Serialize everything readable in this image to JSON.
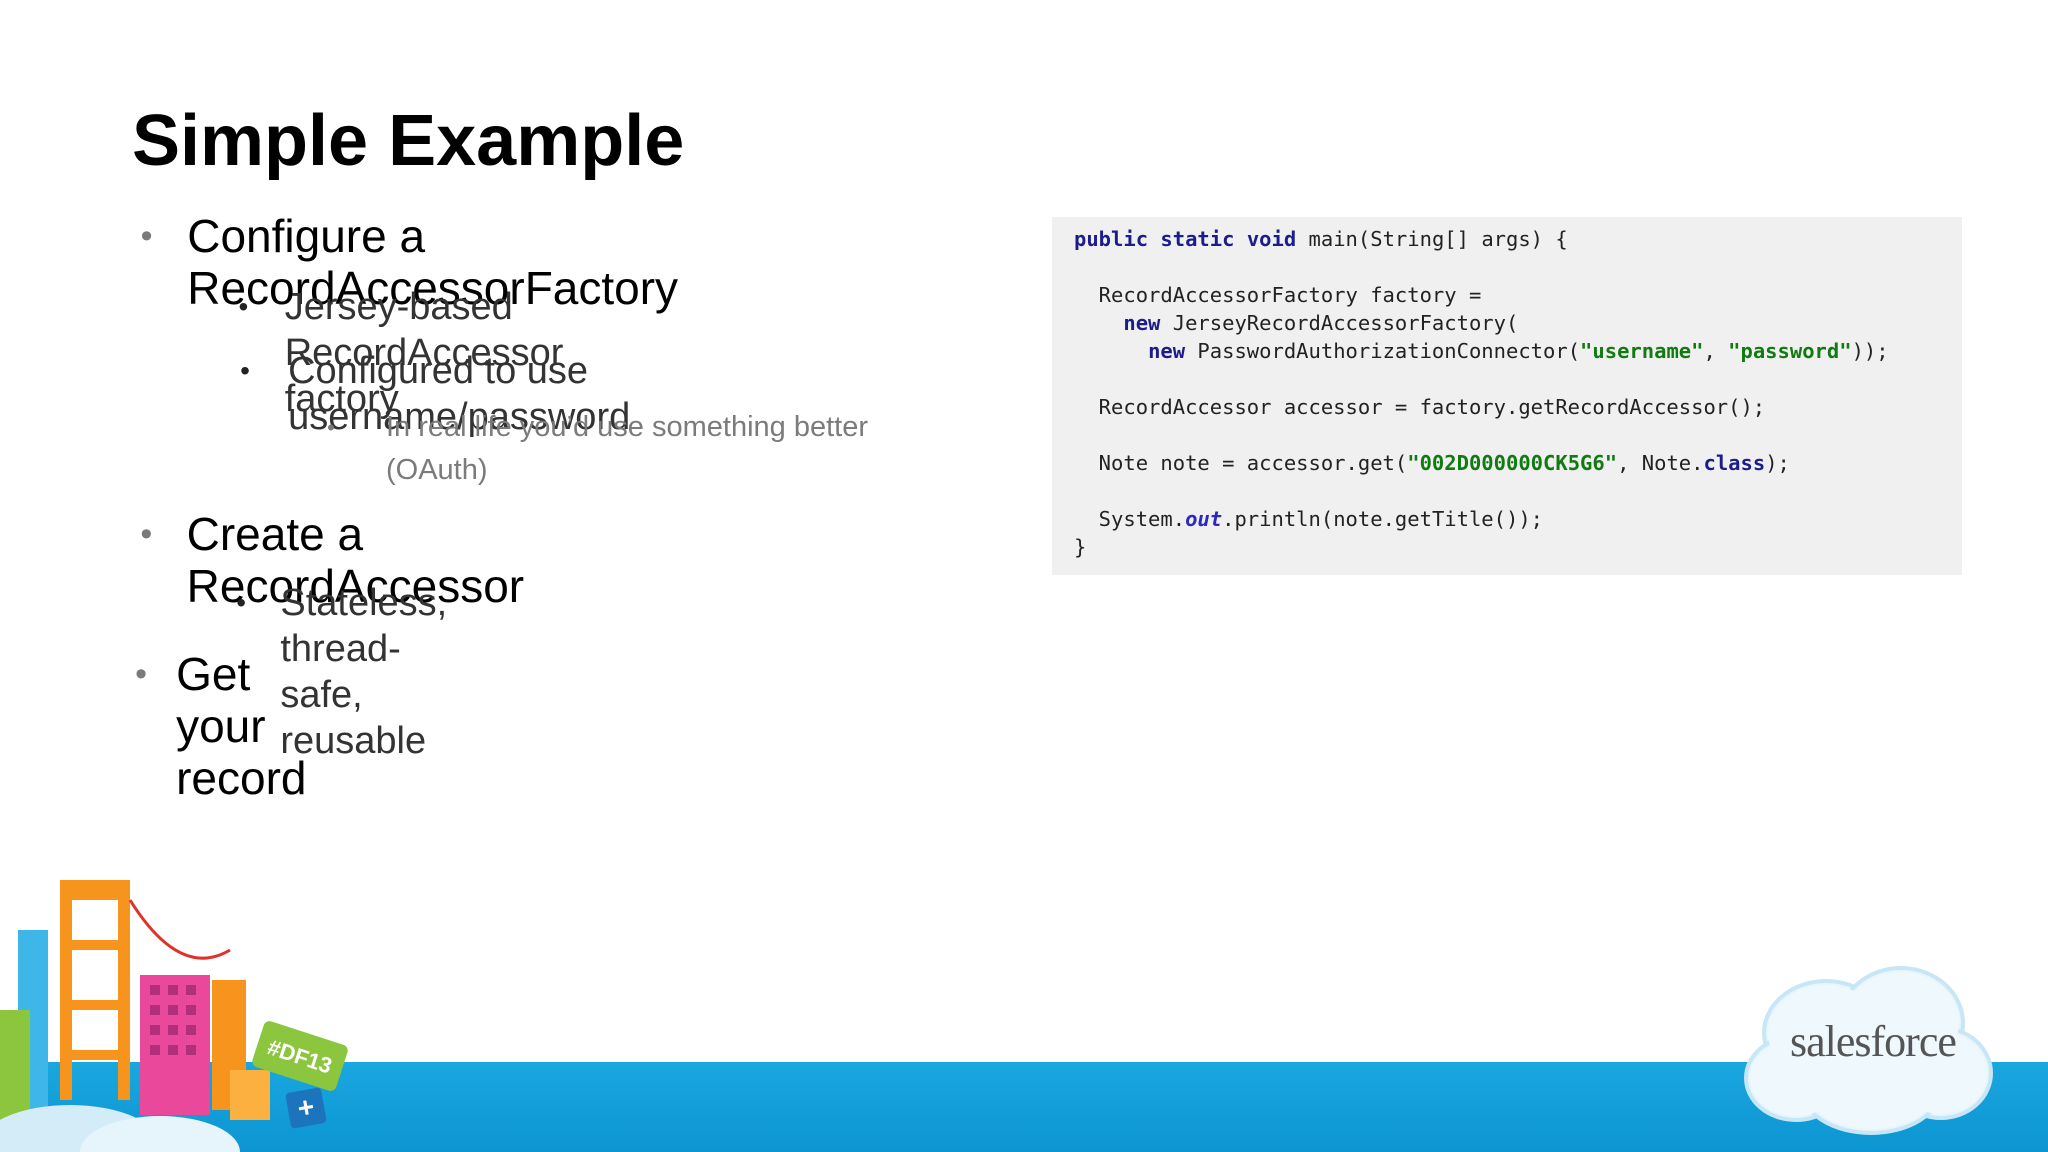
{
  "slide": {
    "title": "Simple Example"
  },
  "bullets": {
    "configure": "Configure a RecordAccessorFactory",
    "jersey": "Jersey-based RecordAccessor factory",
    "configured": "Configured to use username/password",
    "real_life_1": "In real life you’d use something better",
    "real_life_2": "(OAuth)",
    "create": "Create a RecordAccessor",
    "stateless": "Stateless, thread-safe, reusable",
    "get": "Get your record"
  },
  "bullet_glyph": "•",
  "code": {
    "kw_public": "public",
    "kw_static": "static",
    "kw_void": "void",
    "l1_rest": " main(String[] args) {",
    "l2": "  RecordAccessorFactory factory =",
    "kw_new1": "new",
    "l3_rest": " JerseyRecordAccessorFactory(",
    "kw_new2": "new",
    "l4_mid": " PasswordAuthorizationConnector(",
    "str_user": "\"username\"",
    "l4_sep": ", ",
    "str_pass": "\"password\"",
    "l4_end": "));",
    "l5": "  RecordAccessor accessor = factory.getRecordAccessor();",
    "l6_start": "  Note note = accessor.get(",
    "str_id": "\"002D000000CK5G6\"",
    "l6_mid": ", Note.",
    "kw_class": "class",
    "l6_end": ");",
    "l7_start": "  System.",
    "fld_out": "out",
    "l7_end": ".println(note.getTitle());",
    "l8": "}"
  },
  "badge": {
    "hashtag": "#DF13",
    "plus": "+"
  },
  "logo": {
    "text": "salesforce"
  },
  "colors": {
    "band": "#1aa7df",
    "code_bg": "#f0f0f0",
    "keyword": "#1c1c8c",
    "string": "#117a11"
  }
}
